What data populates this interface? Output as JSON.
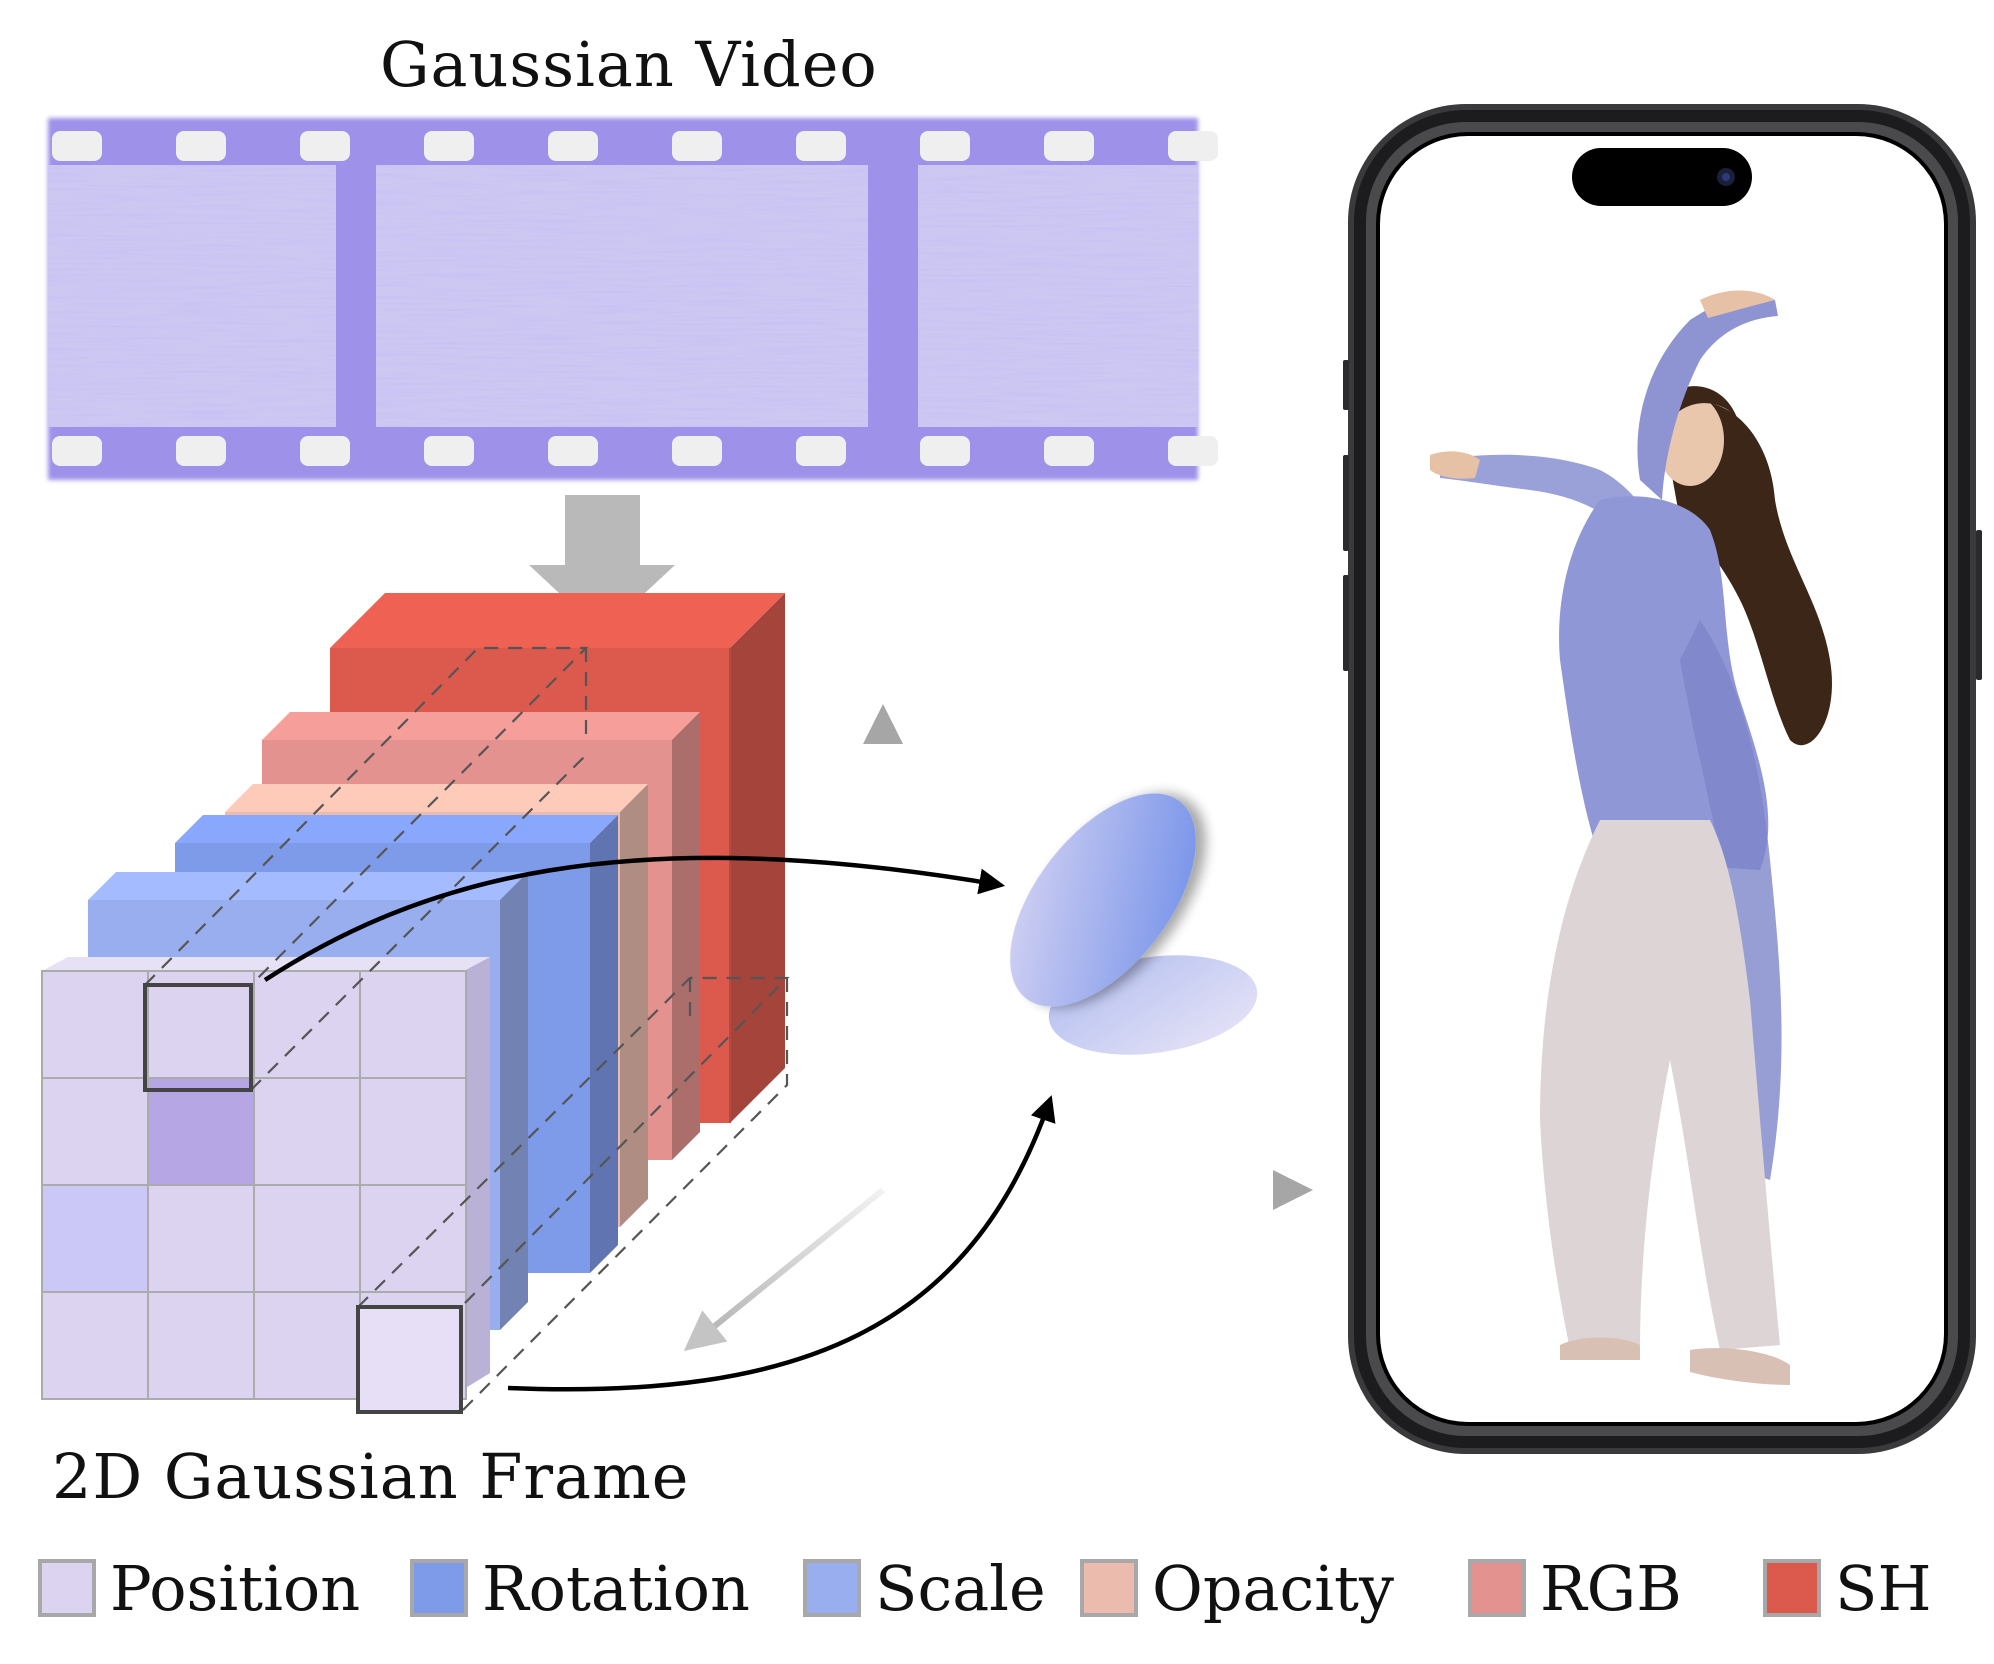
{
  "labels": {
    "video_title": "Gaussian Video",
    "frame_title": "2D Gaussian Frame"
  },
  "legend": [
    {
      "label": "Position",
      "color": "#dcd3f1"
    },
    {
      "label": "Rotation",
      "color": "#7e9bea"
    },
    {
      "label": "Scale",
      "color": "#98aeee"
    },
    {
      "label": "Opacity",
      "color": "#ebbcad"
    },
    {
      "label": "RGB",
      "color": "#e4928f"
    },
    {
      "label": "SH",
      "color": "#dc5a4d"
    }
  ],
  "colors": {
    "film": "#9a8fe9",
    "film_frame": "#cbc6f1",
    "arrow_gray": "#b4b4b4",
    "ellipse_blue": "#6f8fe9",
    "ellipse_light": "#d9d3f3",
    "phone_body": "#2a2a2c"
  }
}
